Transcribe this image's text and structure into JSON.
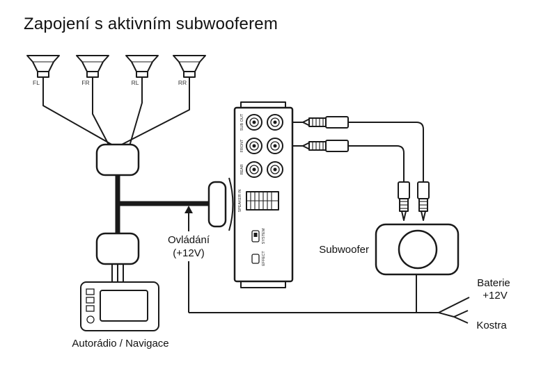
{
  "title": "Zapojení s aktivním subwooferem",
  "speakers": [
    {
      "label": "FL"
    },
    {
      "label": "FR"
    },
    {
      "label": "RL"
    },
    {
      "label": "RR"
    }
  ],
  "device": {
    "jack_rows": [
      "SUB OUT",
      "FRONT",
      "REAR"
    ],
    "harness_label": "SPEAKER IN",
    "switch_labels": [
      "SYSTEM",
      "EFFECT"
    ]
  },
  "labels": {
    "control_line1": "Ovládání",
    "control_line2": "(+12V)",
    "subwoofer": "Subwoofer",
    "battery_line1": "Baterie",
    "battery_line2": "+12V",
    "ground": "Kostra",
    "head_unit": "Autorádio / Navigace"
  },
  "colors": {
    "line": "#1a1a1a",
    "background": "#ffffff"
  }
}
